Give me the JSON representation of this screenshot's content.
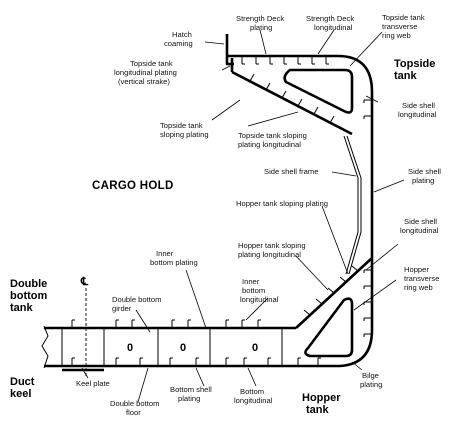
{
  "labels": {
    "strength_deck_plating": [
      "Strength Deck",
      "plating"
    ],
    "strength_deck_longitudinal": [
      "Strength Deck",
      "longitudinal"
    ],
    "topside_tank_transverse_ring_web": [
      "Topside tank",
      "transverse",
      "ring web"
    ],
    "topside_tank": [
      "Topside",
      "tank"
    ],
    "hatch_coaming": [
      "Hatch",
      "coaming"
    ],
    "topside_tank_longitudinal_plating": [
      "Topside tank",
      "longitudinal plating",
      "(vertical strake)"
    ],
    "side_shell_longitudinal_upper": [
      "Side shell",
      "longitudinal"
    ],
    "topside_tank_sloping_plating": [
      "Topside tank",
      "sloping plating"
    ],
    "topside_tank_sloping_plating_longitudinal": [
      "Topside tank sloping",
      "plating longitudinal"
    ],
    "side_shell_frame": [
      "Side shell frame"
    ],
    "side_shell_plating": [
      "Side shell",
      "plating"
    ],
    "cargo_hold": [
      "CARGO HOLD"
    ],
    "hopper_tank_sloping_plating": [
      "Hopper tank sloping plating"
    ],
    "side_shell_longitudinal_lower": [
      "Side shell",
      "longitudinal"
    ],
    "inner_bottom_plating": [
      "Inner",
      "bottom plating"
    ],
    "hopper_tank_sloping_plating_longitudinal": [
      "Hopper tank sloping",
      "plating longitudinal"
    ],
    "hopper_transverse_ring_web": [
      "Hopper",
      "transverse",
      "ring web"
    ],
    "double_bottom_tank": [
      "Double",
      "bottom",
      "tank"
    ],
    "centreline_symbol": [
      "℄"
    ],
    "double_bottom_girder": [
      "Double bottom",
      "girder"
    ],
    "inner_bottom_longitudinal": [
      "Inner",
      "bottom",
      "longitudinal"
    ],
    "duct_keel": [
      "Duct",
      "keel"
    ],
    "keel_plate": [
      "Keel plate"
    ],
    "double_bottom_floor": [
      "Double bottom",
      "floor"
    ],
    "bottom_shell_plating": [
      "Bottom shell",
      "plating"
    ],
    "bottom_longitudinal": [
      "Bottom",
      "longitudinal"
    ],
    "hopper_tank": [
      "Hopper",
      "tank"
    ],
    "bilge_plating": [
      "Bilge",
      "plating"
    ]
  },
  "lightening_hole_marks": [
    "0",
    "0",
    "0"
  ]
}
